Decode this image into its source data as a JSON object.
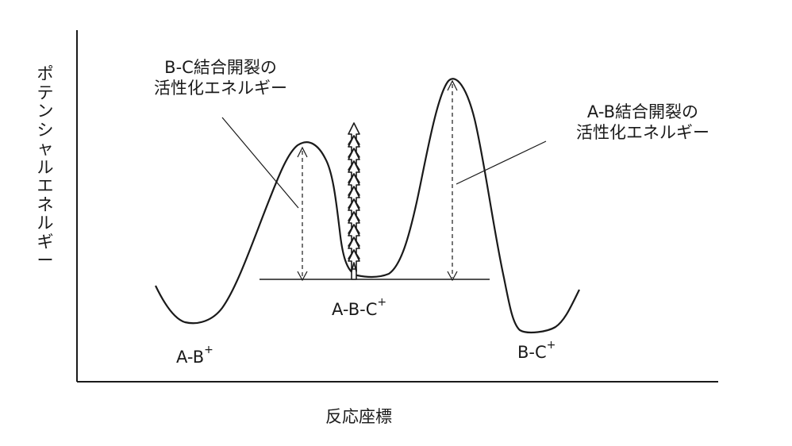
{
  "axes": {
    "x_label": "反応座標",
    "y_label": "ポテンシャルエネルギー"
  },
  "labels": {
    "bc_barrier_line1": "B-C結合開裂の",
    "bc_barrier_line2": "活性化エネルギー",
    "ab_barrier_line1": "A-B結合開裂の",
    "ab_barrier_line2": "活性化エネルギー",
    "ab_ion": "A-B",
    "ab_ion_charge": "+",
    "abc_ion": "A-B-C",
    "abc_ion_charge": "+",
    "bc_ion": "B-C",
    "bc_ion_charge": "+"
  },
  "colors": {
    "line": "#1a1a1a",
    "background": "#ffffff"
  }
}
